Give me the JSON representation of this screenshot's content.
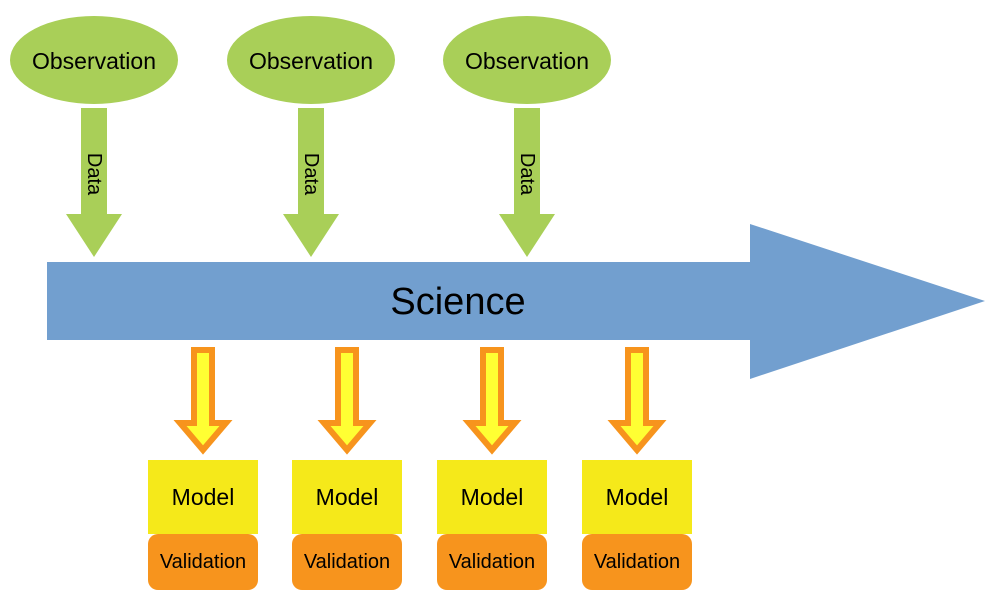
{
  "central": {
    "label": "Science",
    "color": "#729fcf"
  },
  "observations": [
    {
      "label": "Observation",
      "arrow_label": "Data"
    },
    {
      "label": "Observation",
      "arrow_label": "Data"
    },
    {
      "label": "Observation",
      "arrow_label": "Data"
    }
  ],
  "outputs": [
    {
      "model": "Model",
      "validation": "Validation"
    },
    {
      "model": "Model",
      "validation": "Validation"
    },
    {
      "model": "Model",
      "validation": "Validation"
    },
    {
      "model": "Model",
      "validation": "Validation"
    }
  ],
  "colors": {
    "observation_fill": "#a9cf58",
    "data_arrow_fill": "#a9cf58",
    "model_fill": "#f5e91a",
    "validation_fill": "#f7941d",
    "output_arrow_fill": "#ffff33",
    "output_arrow_stroke": "#f7941d"
  }
}
